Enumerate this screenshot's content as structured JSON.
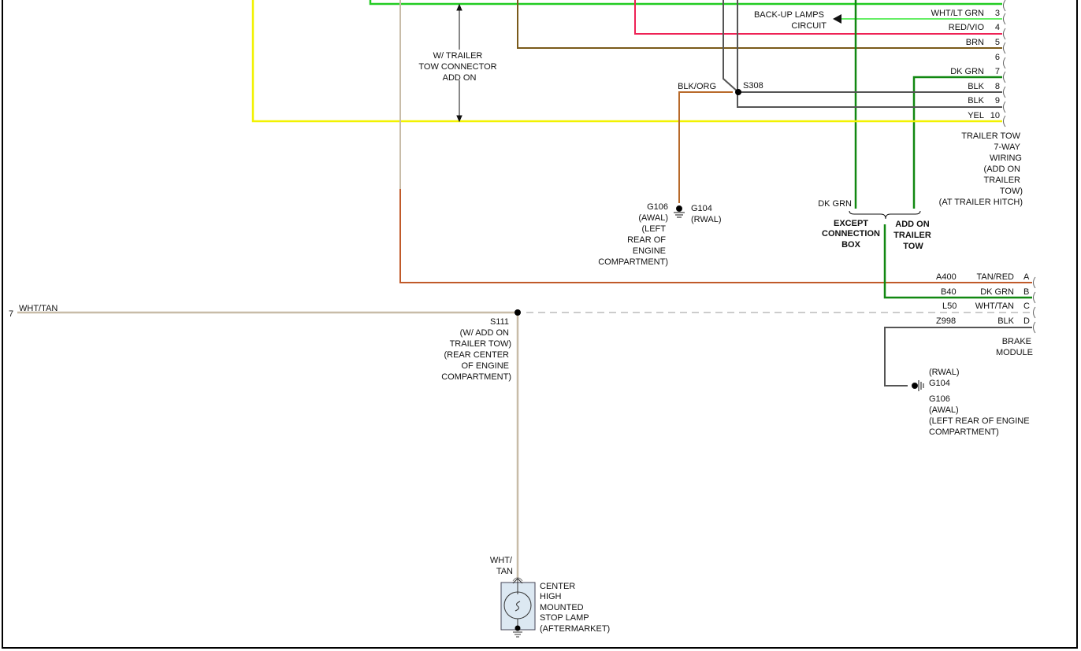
{
  "colors": {
    "green": "#22cc22",
    "lt_green": "#66ee66",
    "dk_green": "#118811",
    "red": "#ee2255",
    "brown": "#7a5a1a",
    "yellow": "#f2f200",
    "gray": "#555555",
    "tan": "#c8bca8",
    "orange_brown": "#c05a2a",
    "blk_org": "#b86a2a"
  },
  "trailer_connector": {
    "pins": [
      {
        "wire": "WHT/LT GRN",
        "num": "3"
      },
      {
        "wire": "RED/VIO",
        "num": "4"
      },
      {
        "wire": "BRN",
        "num": "5"
      },
      {
        "wire": "",
        "num": "6"
      },
      {
        "wire": "DK GRN",
        "num": "7"
      },
      {
        "wire": "BLK",
        "num": "8"
      },
      {
        "wire": "BLK",
        "num": "9"
      },
      {
        "wire": "YEL",
        "num": "10"
      }
    ],
    "label": [
      "TRAILER TOW",
      "7-WAY",
      "WIRING",
      "(ADD ON",
      "TRAILER",
      "TOW)",
      "(AT TRAILER HITCH)"
    ]
  },
  "backup_lamps": [
    "BACK-UP LAMPS",
    "CIRCUIT"
  ],
  "tow_note": [
    "W/ TRAILER",
    "TOW CONNECTOR",
    "ADD ON"
  ],
  "splice_s308": {
    "label": "S308",
    "wire": "BLK/ORG"
  },
  "ground_left": {
    "g106": [
      "G106",
      "(AWAL)",
      "(LEFT",
      "REAR OF",
      "ENGINE",
      "COMPARTMENT)"
    ],
    "g104": [
      "G104",
      "(RWAL)"
    ]
  },
  "branch": {
    "wire": "DK GRN",
    "except": [
      "EXCEPT",
      "CONNECTION",
      "BOX"
    ],
    "addon": [
      "ADD ON",
      "TRAILER",
      "TOW"
    ]
  },
  "brake_module": {
    "pins": [
      {
        "circuit": "A400",
        "wire": "TAN/RED",
        "pin": "A"
      },
      {
        "circuit": "B40",
        "wire": "DK GRN",
        "pin": "B"
      },
      {
        "circuit": "L50",
        "wire": "WHT/TAN",
        "pin": "C"
      },
      {
        "circuit": "Z998",
        "wire": "BLK",
        "pin": "D"
      }
    ],
    "label": [
      "BRAKE",
      "MODULE"
    ]
  },
  "ground_right": {
    "g104": [
      "(RWAL)",
      "G104"
    ],
    "g106": [
      "G106",
      "(AWAL)",
      "(LEFT REAR OF ENGINE",
      "COMPARTMENT)"
    ]
  },
  "left_wire": {
    "num": "7",
    "wire": "WHT/TAN"
  },
  "splice_s111": [
    "S111",
    "(W/ ADD ON",
    "TRAILER TOW)",
    "(REAR CENTER",
    "OF ENGINE",
    "COMPARTMENT)"
  ],
  "lamp": {
    "wire": [
      "WHT/",
      "TAN"
    ],
    "label": [
      "CENTER",
      "HIGH",
      "MOUNTED",
      "STOP LAMP",
      "(AFTERMARKET)"
    ]
  }
}
